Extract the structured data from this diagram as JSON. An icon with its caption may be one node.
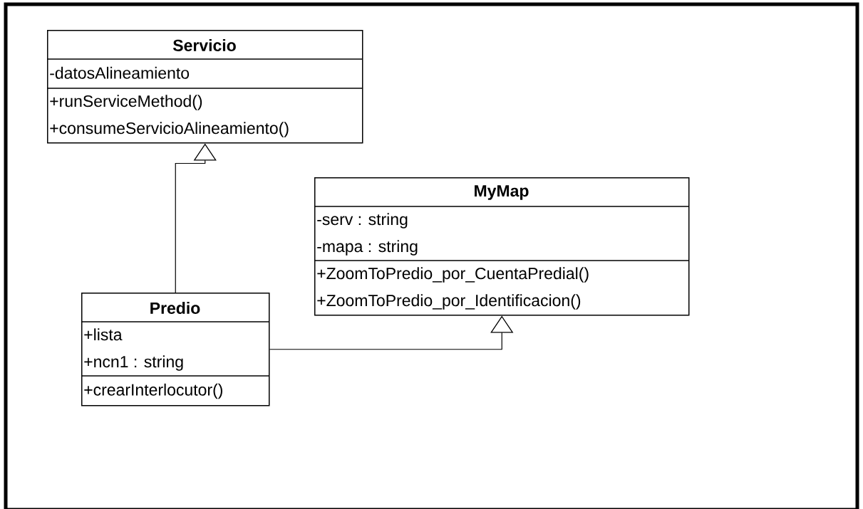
{
  "diagram": {
    "nodes": [
      {
        "text": [
          "Servicio",
          "-datosAlineamiento",
          "+runServiceMethod()",
          "+consumeServicioAlineamiento()"
        ]
      },
      {
        "text": [
          "MyMap",
          "-serv : string",
          "-mapa : string",
          "+ZoomToPredio_por_CuentaPredial()",
          "+ZoomToPredio_por_Identificacion()"
        ]
      },
      {
        "text": [
          "Predio",
          "+lista",
          "+ncn1 : string",
          "+crearInterlocutor()"
        ]
      }
    ],
    "edges": [
      {
        "from": 2,
        "to": 0,
        "arrow": "to"
      },
      {
        "from": 2,
        "to": 1,
        "arrow": "to"
      }
    ]
  }
}
